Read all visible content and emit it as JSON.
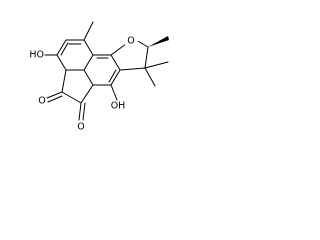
{
  "molecule": {
    "atom_labels": {
      "ring_oxygen": "O",
      "hydroxyl_upper": "HO",
      "hydroxyl_lower": "OH",
      "ketone_1": "O",
      "ketone_2": "O"
    },
    "colors": {
      "bond": "#000000",
      "label": "#000000",
      "background": "#ffffff"
    }
  }
}
